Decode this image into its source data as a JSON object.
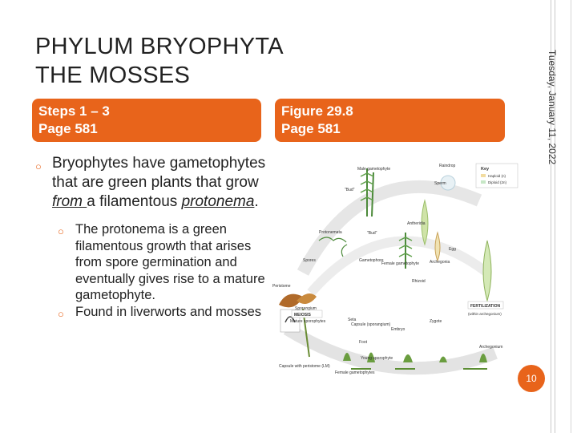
{
  "slide": {
    "title_line1": "PHYLUM BRYOPHYTA",
    "title_line2": "THE MOSSES",
    "date": "Tuesday, January 11, 2022",
    "page_number": "10"
  },
  "headers": {
    "left_line1": "Steps 1 – 3",
    "left_line2": "Page 581",
    "right_line1": "Figure 29.8",
    "right_line2": "Page 581"
  },
  "bullets": {
    "main_text_a": "Bryophytes have gametophytes that are green plants that grow ",
    "main_from": "from ",
    "main_text_b": "a filamentous ",
    "main_protonema": "protonema",
    "main_end": ".",
    "sub1": "The protonema is a green filamentous growth that arises from spore germination and eventually gives rise to a mature gametophyte.",
    "sub2": "Found in liverworts and mosses"
  },
  "figure": {
    "labels": {
      "raindrop": "Raindrop",
      "male_gametophyte": "Male gametophyte",
      "sperm": "Sperm",
      "key": "Key",
      "haploid": "Haploid (n)",
      "diploid": "Diploid (2n)",
      "bud1": "\"Bud\"",
      "antheridia": "Antheridia",
      "protonemata": "Protonemata",
      "bud2": "\"Bud\"",
      "egg": "Egg",
      "spores": "Spores",
      "gametophore": "Gametophore",
      "female_gametophyte": "Female gametophyte",
      "archegonia": "Archegonia",
      "rhizoid": "Rhizoid",
      "peristome": "Peristome",
      "sporangium": "Sporangium",
      "meiosis": "MEIOSIS",
      "fertilization": "FERTILIZATION",
      "within_archegonium": "(within archegonium)",
      "seta": "Seta",
      "capsule": "Capsule (sporangium)",
      "foot": "Foot",
      "mature_sporophytes": "Mature sporophytes",
      "embryo": "Embryo",
      "zygote": "Zygote",
      "young_sporophyte": "Young sporophyte",
      "archegonium": "Archegonium",
      "capsule_peristome_lm": "Capsule with peristome (LM)",
      "female_gametophytes": "Female gametophytes"
    },
    "colors": {
      "haploid": "#f2dca0",
      "diploid": "#c7e7c6",
      "accent": "#e8641b"
    }
  }
}
